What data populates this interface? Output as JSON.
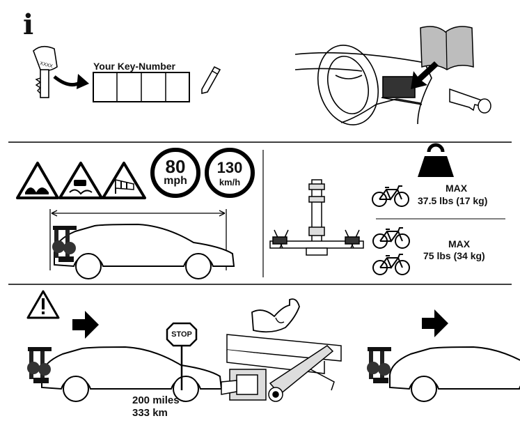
{
  "section1": {
    "info_symbol": "i",
    "key_number_label": "Your Key-Number",
    "key_tag_text": "XXXX",
    "key_number_boxes": [
      "",
      "",
      "",
      ""
    ]
  },
  "section2": {
    "speed_signs": [
      {
        "value": "80",
        "unit": "mph"
      },
      {
        "value": "130",
        "unit": "km/h"
      }
    ],
    "load_one_bike": {
      "label": "MAX",
      "weight": "37.5 lbs (17 kg)"
    },
    "load_two_bikes": {
      "label": "MAX",
      "weight": "75 lbs (34 kg)"
    }
  },
  "section3": {
    "stop_sign_text": "STOP",
    "check_distance_miles": "200 miles",
    "check_distance_km": "333 km"
  },
  "icons": [
    "info-icon",
    "key-icon",
    "pen-icon",
    "manual-book-icon",
    "steering-wheel-icon",
    "road-bumps-warning-icon",
    "slippery-road-warning-icon",
    "crosswind-warning-icon",
    "weight-icon",
    "bicycle-icon",
    "warning-icon",
    "arrow-right-icon",
    "stop-sign-icon",
    "flexed-arm-icon"
  ]
}
